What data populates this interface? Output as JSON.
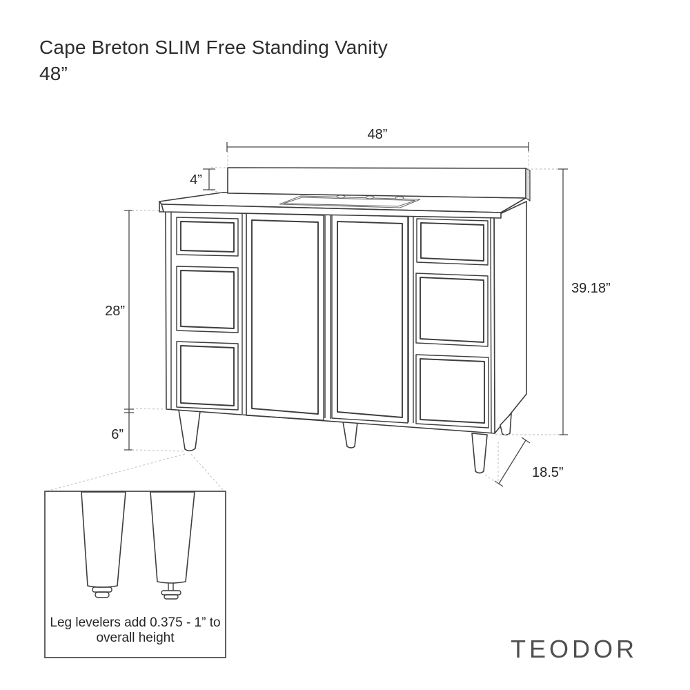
{
  "title": {
    "line1": "Cape Breton SLIM Free Standing Vanity",
    "line2": "48”"
  },
  "brand": "TEODOR",
  "dimensions": {
    "width": "48”",
    "backsplash_height": "4”",
    "cabinet_height": "28”",
    "leg_height": "6”",
    "overall_height": "39.18”",
    "depth": "18.5”"
  },
  "inset_note": {
    "line1": "Leg levelers add 0.375 - 1” to",
    "line2": "overall height"
  },
  "colors": {
    "line": "#3d3d3d",
    "dimension": "#4a4a4a",
    "dashed": "#c8c8c8",
    "text": "#262626",
    "brand_text": "#4f4f4f",
    "shade": "#dcdcdc",
    "background": "#ffffff"
  }
}
